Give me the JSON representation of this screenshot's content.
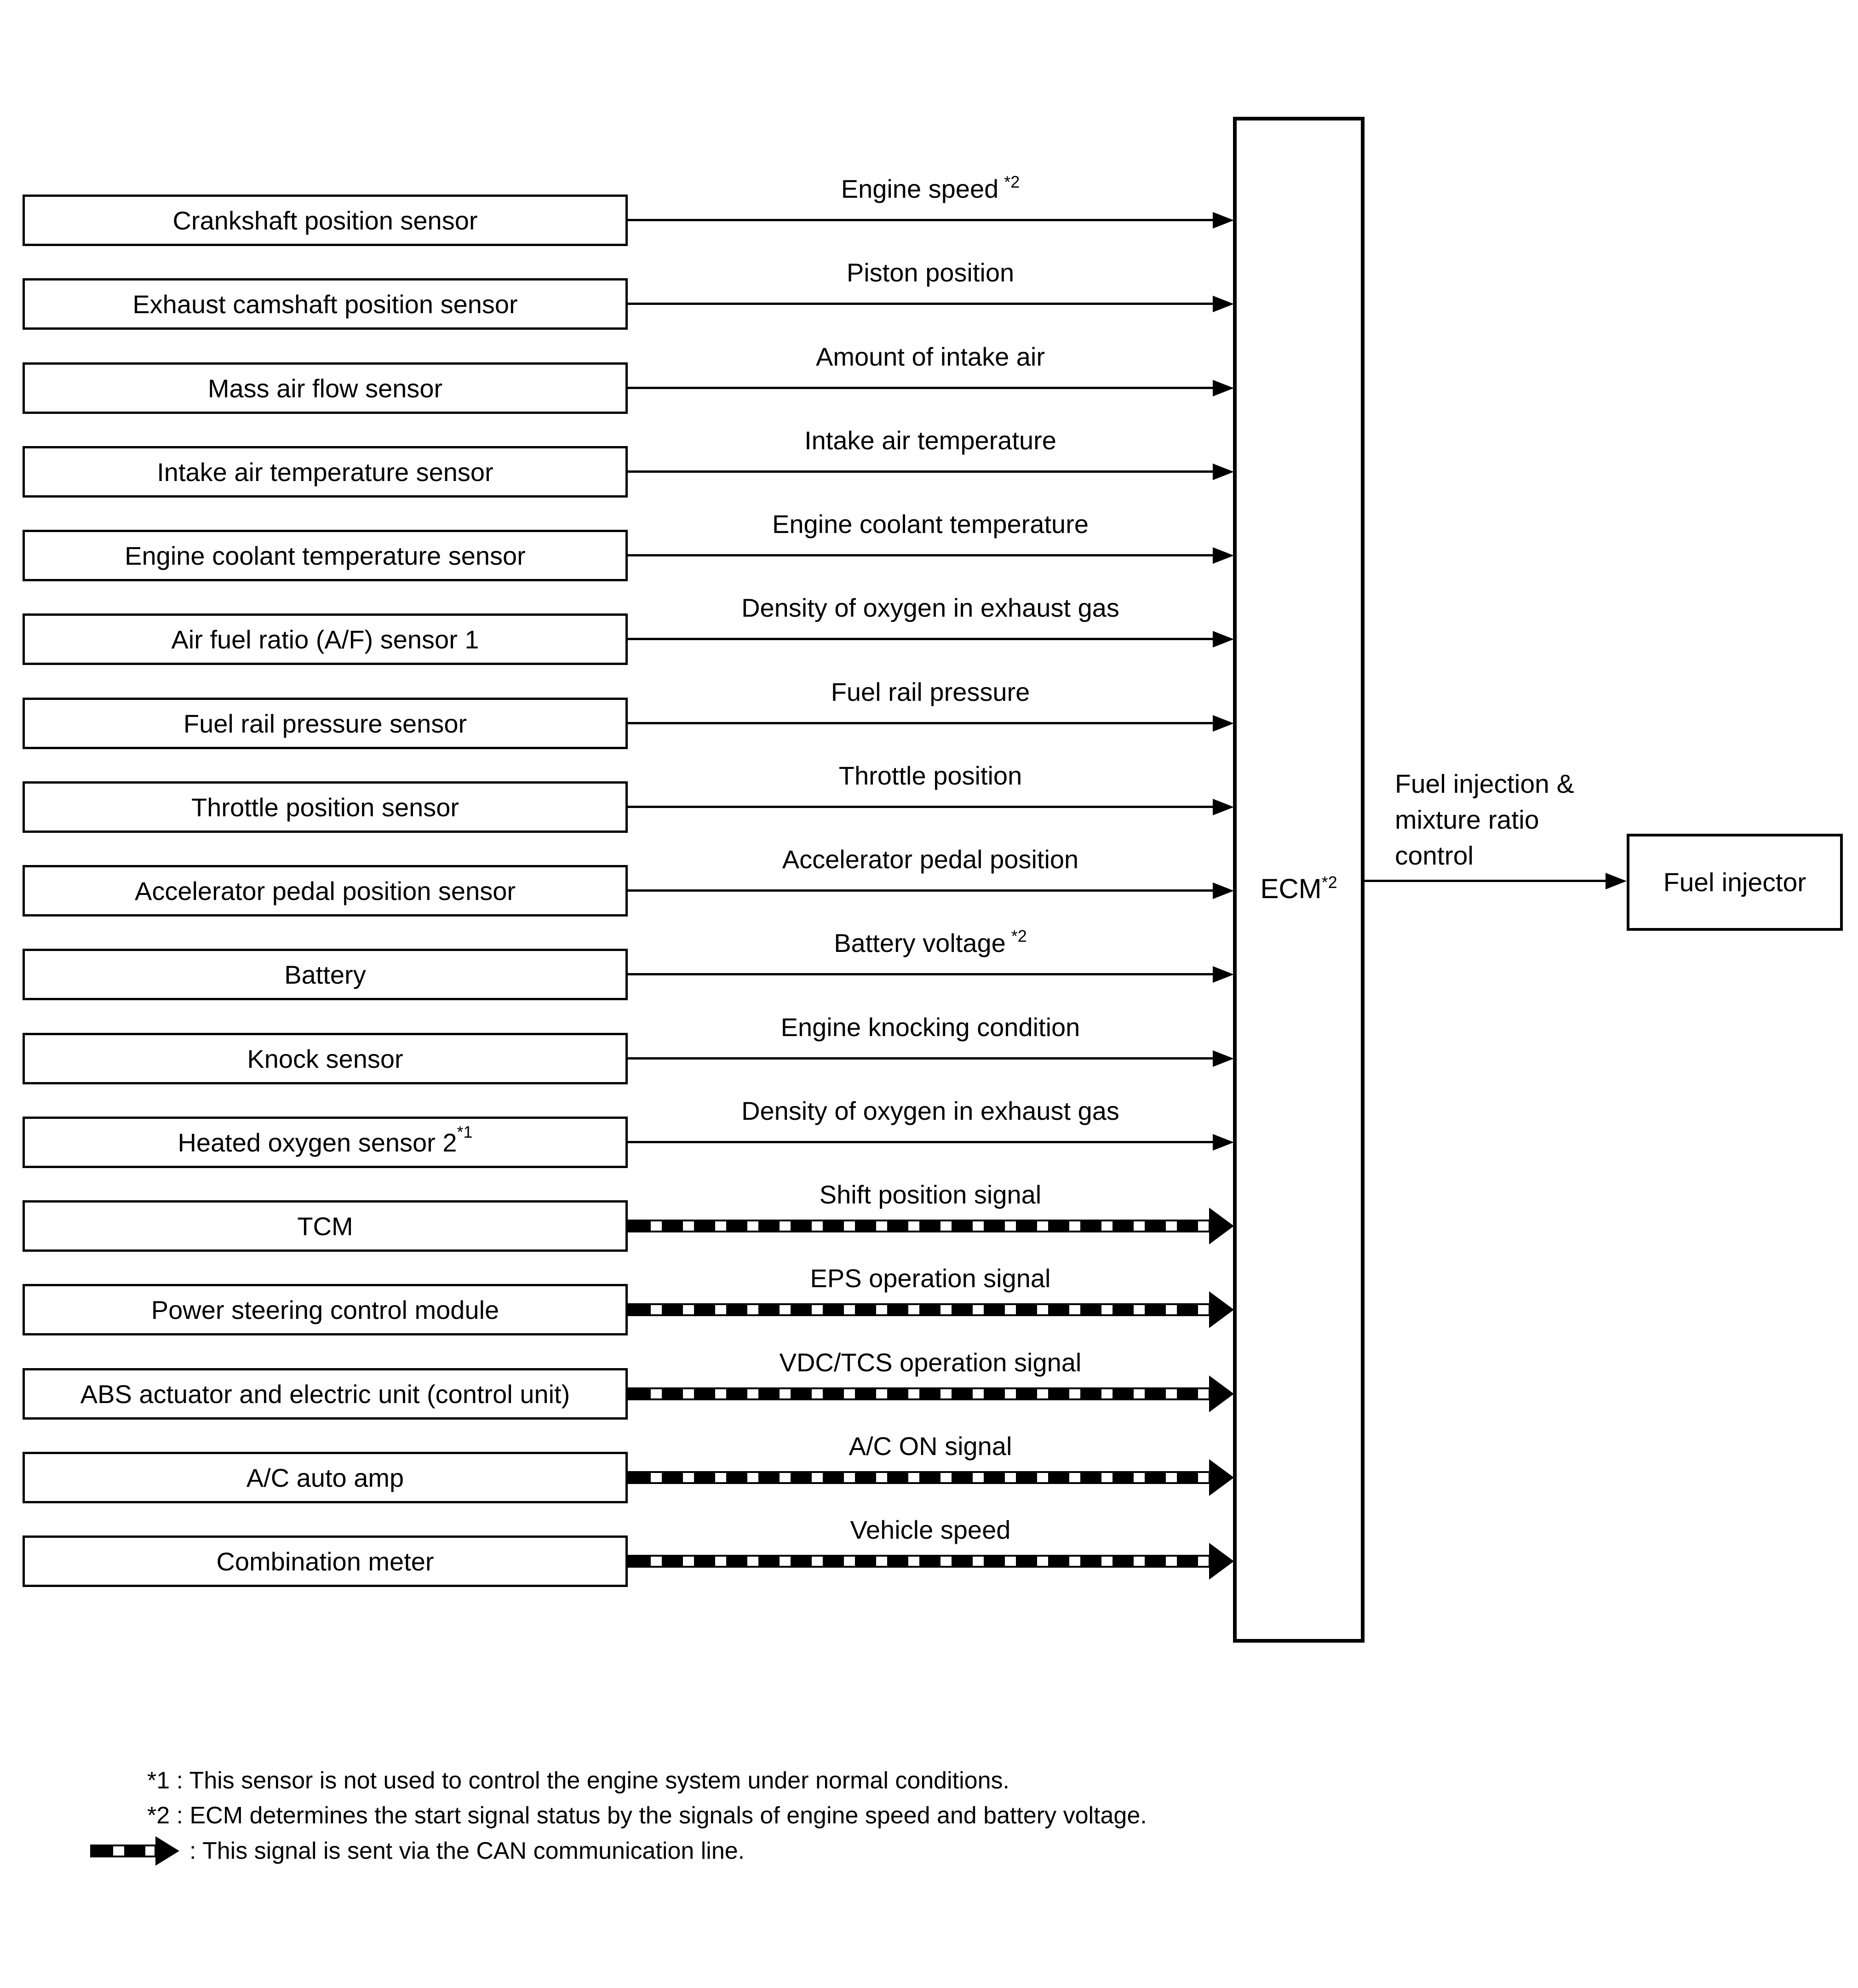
{
  "diagram": {
    "rows": [
      {
        "source": "Crankshaft position sensor",
        "signal": "Engine speed",
        "signal_sup": "*2",
        "can": false
      },
      {
        "source": "Exhaust camshaft position sensor",
        "signal": "Piston position",
        "can": false
      },
      {
        "source": "Mass air flow sensor",
        "signal": "Amount of intake air",
        "can": false
      },
      {
        "source": "Intake air temperature sensor",
        "signal": "Intake air temperature",
        "can": false
      },
      {
        "source": "Engine coolant temperature sensor",
        "signal": "Engine coolant temperature",
        "can": false
      },
      {
        "source": "Air fuel ratio (A/F) sensor 1",
        "signal": "Density of oxygen in exhaust gas",
        "can": false
      },
      {
        "source": "Fuel rail pressure sensor",
        "signal": "Fuel rail pressure",
        "can": false
      },
      {
        "source": "Throttle position sensor",
        "signal": "Throttle position",
        "can": false
      },
      {
        "source": "Accelerator pedal position sensor",
        "signal": "Accelerator pedal position",
        "can": false
      },
      {
        "source": "Battery",
        "signal": "Battery voltage",
        "signal_sup": "*2",
        "can": false
      },
      {
        "source": "Knock sensor",
        "signal": "Engine knocking condition",
        "can": false
      },
      {
        "source": "Heated oxygen sensor 2",
        "source_sup": "*1",
        "signal": "Density of oxygen in exhaust gas",
        "can": false
      },
      {
        "source": "TCM",
        "signal": "Shift position signal",
        "can": true
      },
      {
        "source": "Power steering control module",
        "signal": "EPS operation signal",
        "can": true
      },
      {
        "source": "ABS actuator and electric unit (control unit)",
        "signal": "VDC/TCS operation signal",
        "can": true
      },
      {
        "source": "A/C auto amp",
        "signal": "A/C ON signal",
        "can": true
      },
      {
        "source": "Combination meter",
        "signal": "Vehicle speed",
        "can": true
      }
    ],
    "ecm": {
      "label": "ECM",
      "sup": "*2"
    },
    "output": {
      "arrow_label_lines": [
        "Fuel injection &",
        "mixture ratio",
        "control"
      ],
      "target": "Fuel injector"
    },
    "footnotes": [
      {
        "text": "*1 : This sensor is not used to control the engine system under normal conditions."
      },
      {
        "text": "*2 : ECM determines the start signal status by the signals of engine speed and battery voltage."
      },
      {
        "icon": "can-arrow",
        "text": ": This signal is sent via the CAN communication line."
      }
    ],
    "colors": {
      "ink": "#000000",
      "paper": "#ffffff"
    }
  }
}
